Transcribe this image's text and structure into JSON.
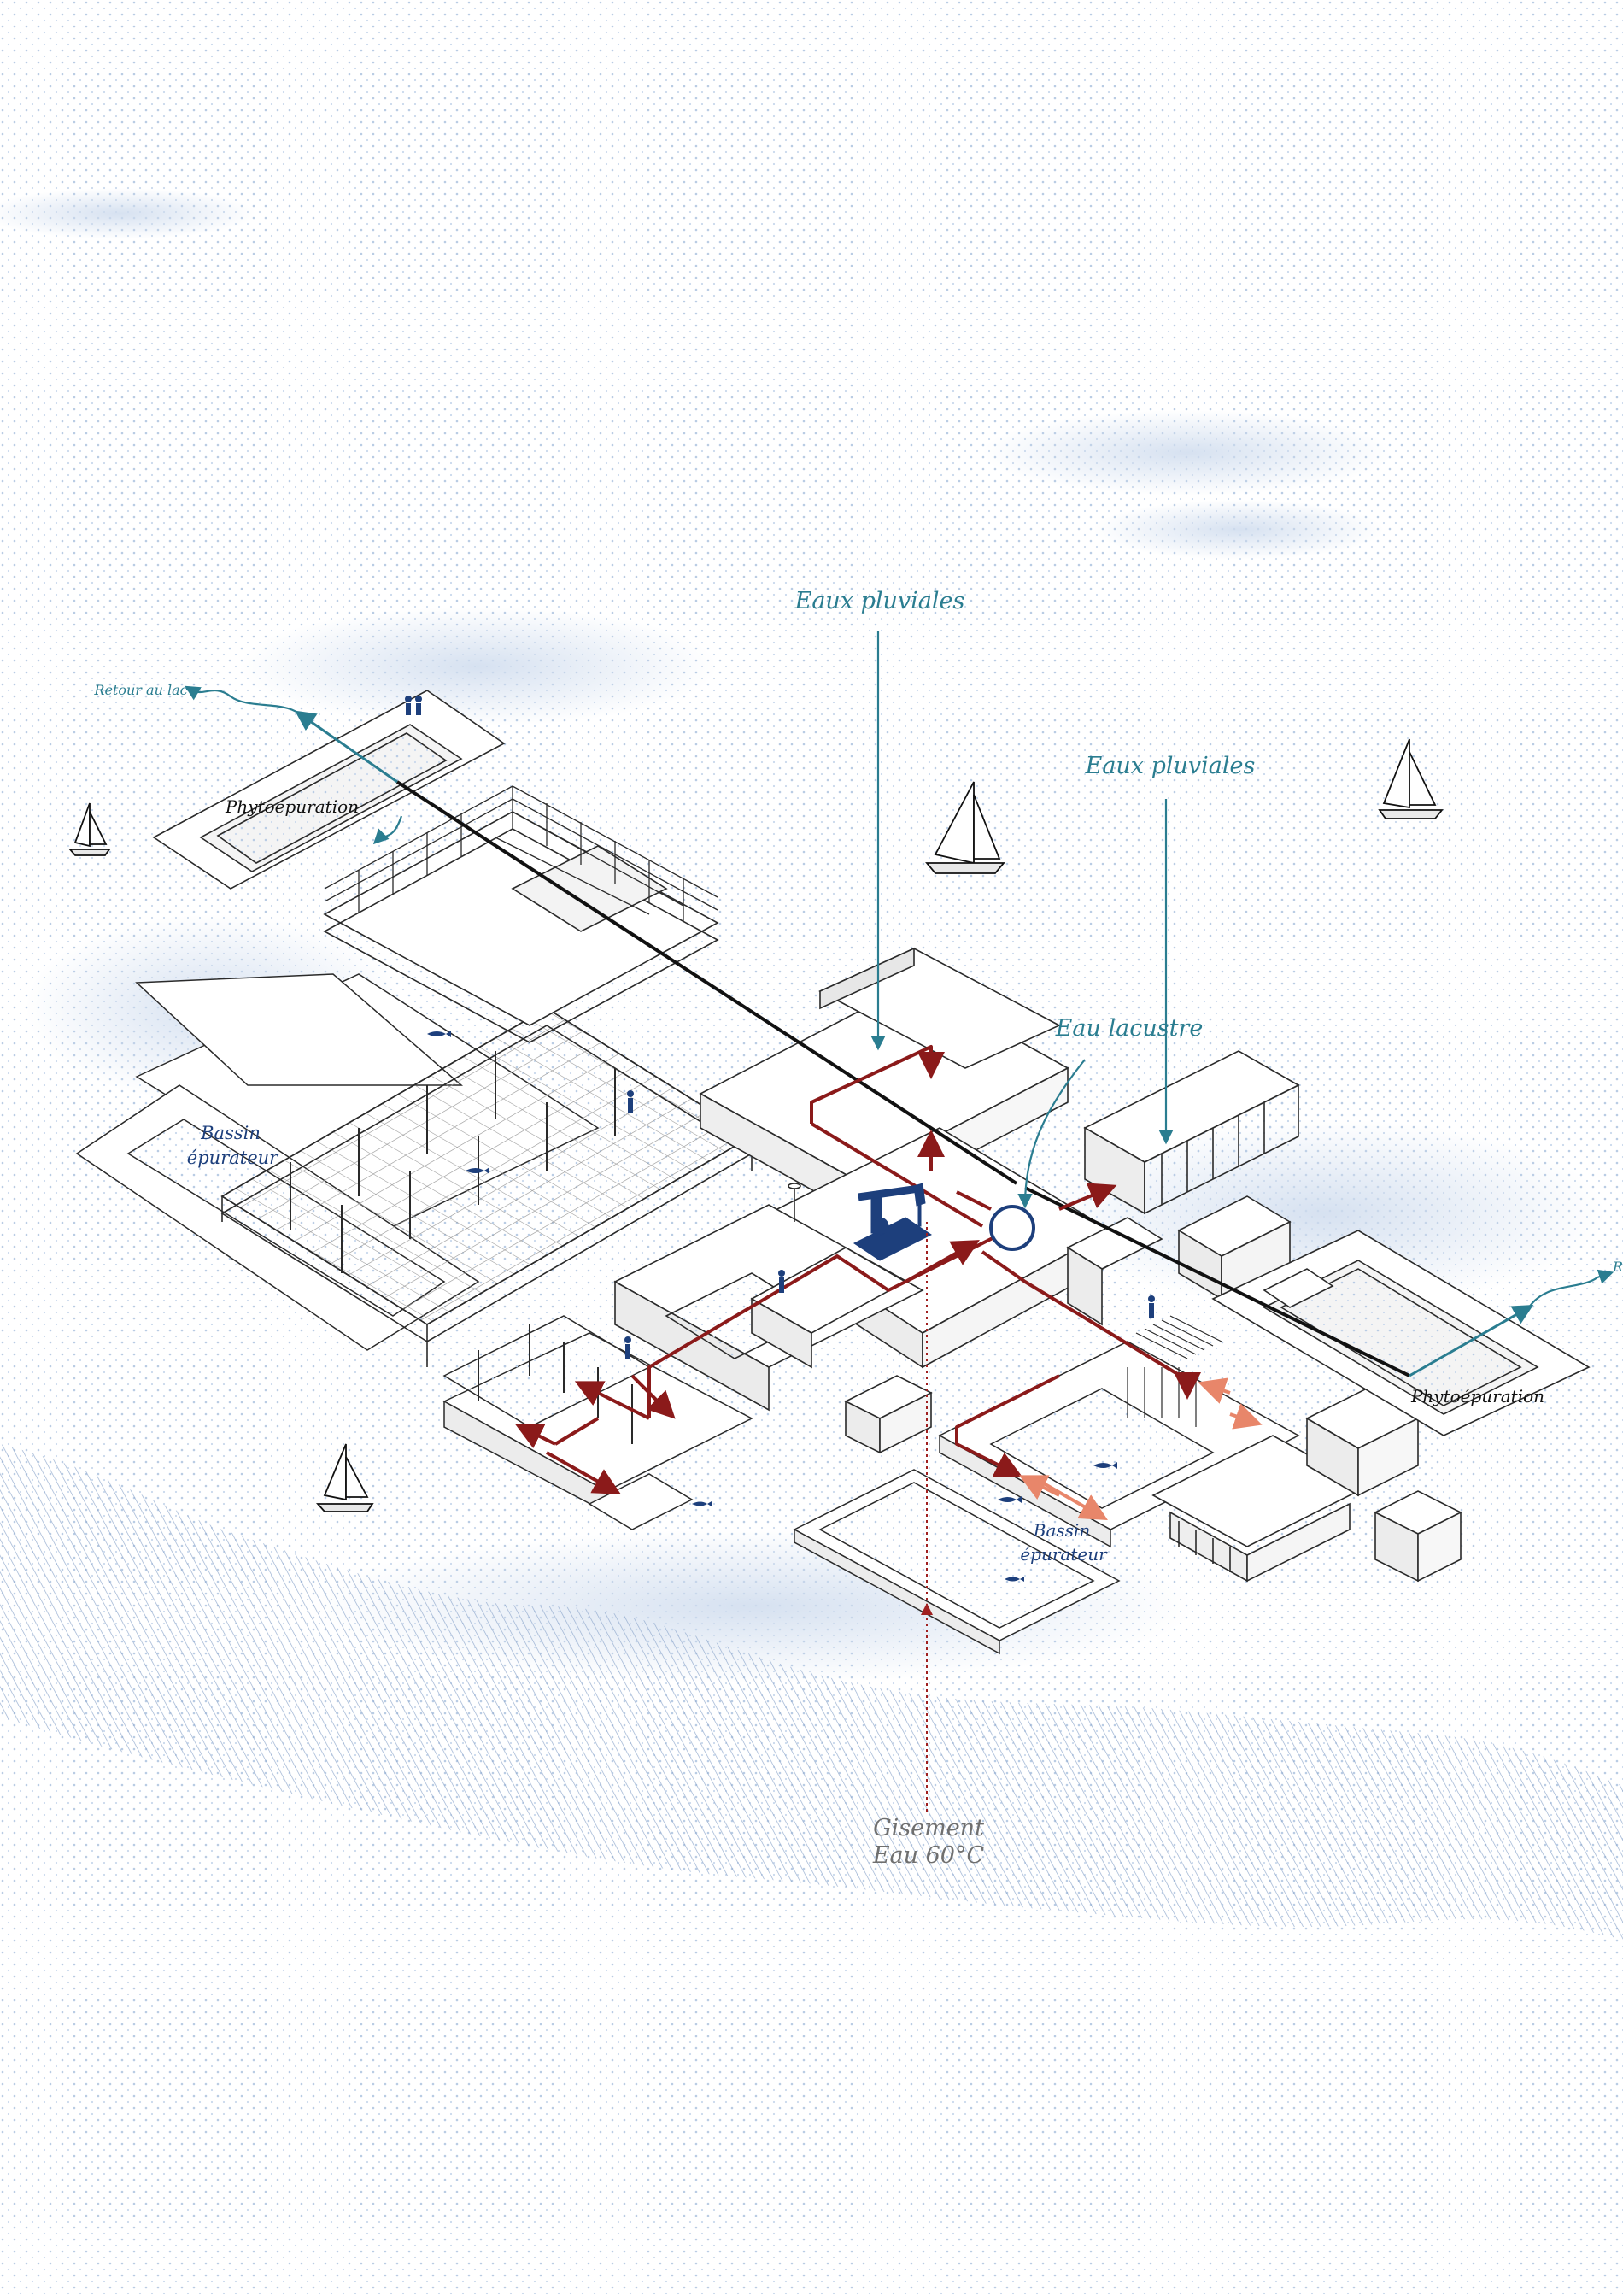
{
  "labels": {
    "eaux_pluviales_1": "Eaux pluviales",
    "eaux_pluviales_2": "Eaux pluviales",
    "eau_lacustre": "Eau lacustre",
    "retour_au_lac": "Retour au lac",
    "retour_right_fragment": "R",
    "phyto_left": "Phytoépuration",
    "phyto_right": "Phytoépuration",
    "bassin_left_1": "Bassin",
    "bassin_left_2": "épurateur",
    "bassin_right_1": "Bassin",
    "bassin_right_2": "épurateur",
    "gisement_1": "Gisement",
    "gisement_2": "Eau 60°C"
  },
  "colors": {
    "background": "#ffffff",
    "dots": "#b9cce4",
    "hatch": "#8fa8cc",
    "teal": "#2a7d90",
    "hot_water": "#8b1a1a",
    "warm_water": "#e8866a",
    "pump": "#1d3f7c",
    "line": "#2a2a2a",
    "pipe_black": "#111111"
  },
  "icons": [
    "sailboat-icon",
    "oil-pump-icon",
    "person-icon",
    "fish-icon",
    "heat-exchanger-icon"
  ]
}
